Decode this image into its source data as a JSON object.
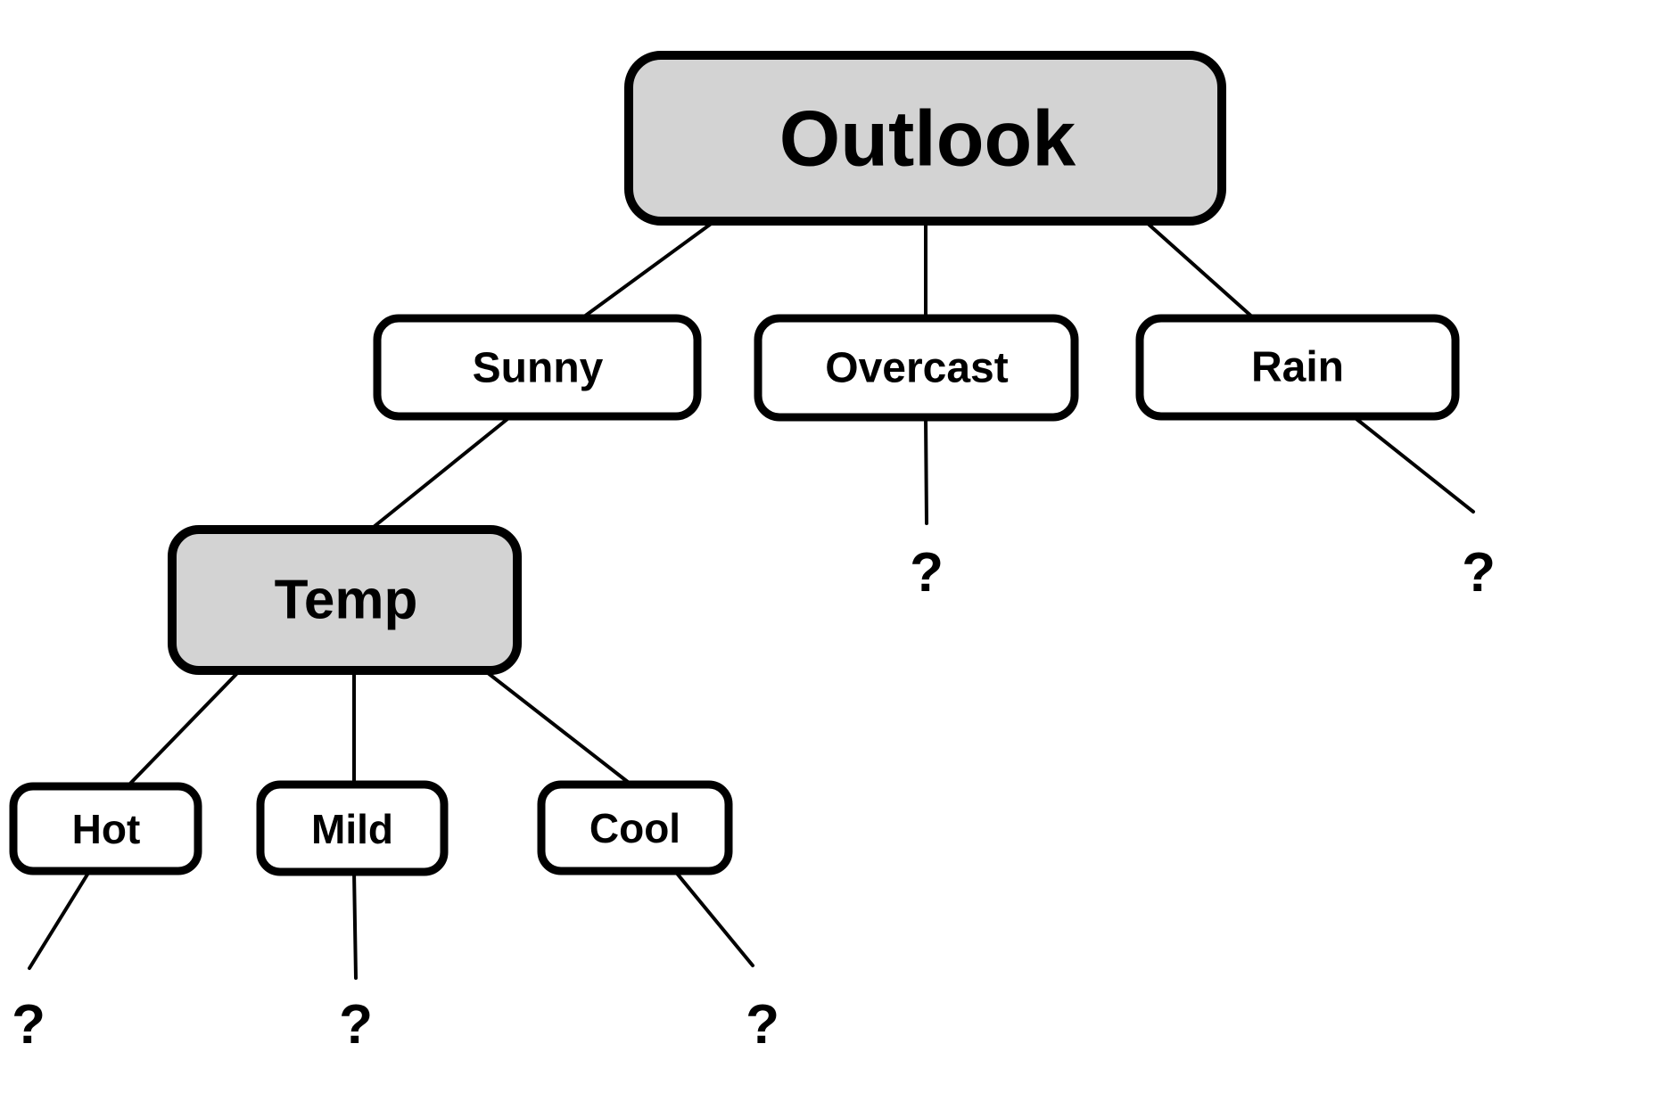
{
  "diagram": {
    "type": "decision-tree",
    "nodes": {
      "outlook": {
        "label": "Outlook",
        "kind": "attribute"
      },
      "sunny": {
        "label": "Sunny",
        "kind": "value"
      },
      "overcast": {
        "label": "Overcast",
        "kind": "value"
      },
      "rain": {
        "label": "Rain",
        "kind": "value"
      },
      "temp": {
        "label": "Temp",
        "kind": "attribute"
      },
      "hot": {
        "label": "Hot",
        "kind": "value"
      },
      "mild": {
        "label": "Mild",
        "kind": "value"
      },
      "cool": {
        "label": "Cool",
        "kind": "value"
      }
    },
    "leaves": {
      "overcast_child": "?",
      "rain_child": "?",
      "hot_child": "?",
      "mild_child": "?",
      "cool_child": "?"
    },
    "edges": [
      {
        "from": "outlook",
        "to": "sunny"
      },
      {
        "from": "outlook",
        "to": "overcast"
      },
      {
        "from": "outlook",
        "to": "rain"
      },
      {
        "from": "sunny",
        "to": "temp"
      },
      {
        "from": "overcast",
        "to": "overcast_child"
      },
      {
        "from": "rain",
        "to": "rain_child"
      },
      {
        "from": "temp",
        "to": "hot"
      },
      {
        "from": "temp",
        "to": "mild"
      },
      {
        "from": "temp",
        "to": "cool"
      },
      {
        "from": "hot",
        "to": "hot_child"
      },
      {
        "from": "mild",
        "to": "mild_child"
      },
      {
        "from": "cool",
        "to": "cool_child"
      }
    ],
    "colors": {
      "attribute_node_fill": "#d3d3d3",
      "value_node_fill": "#ffffff",
      "stroke": "#000000",
      "background": "#ffffff"
    }
  }
}
